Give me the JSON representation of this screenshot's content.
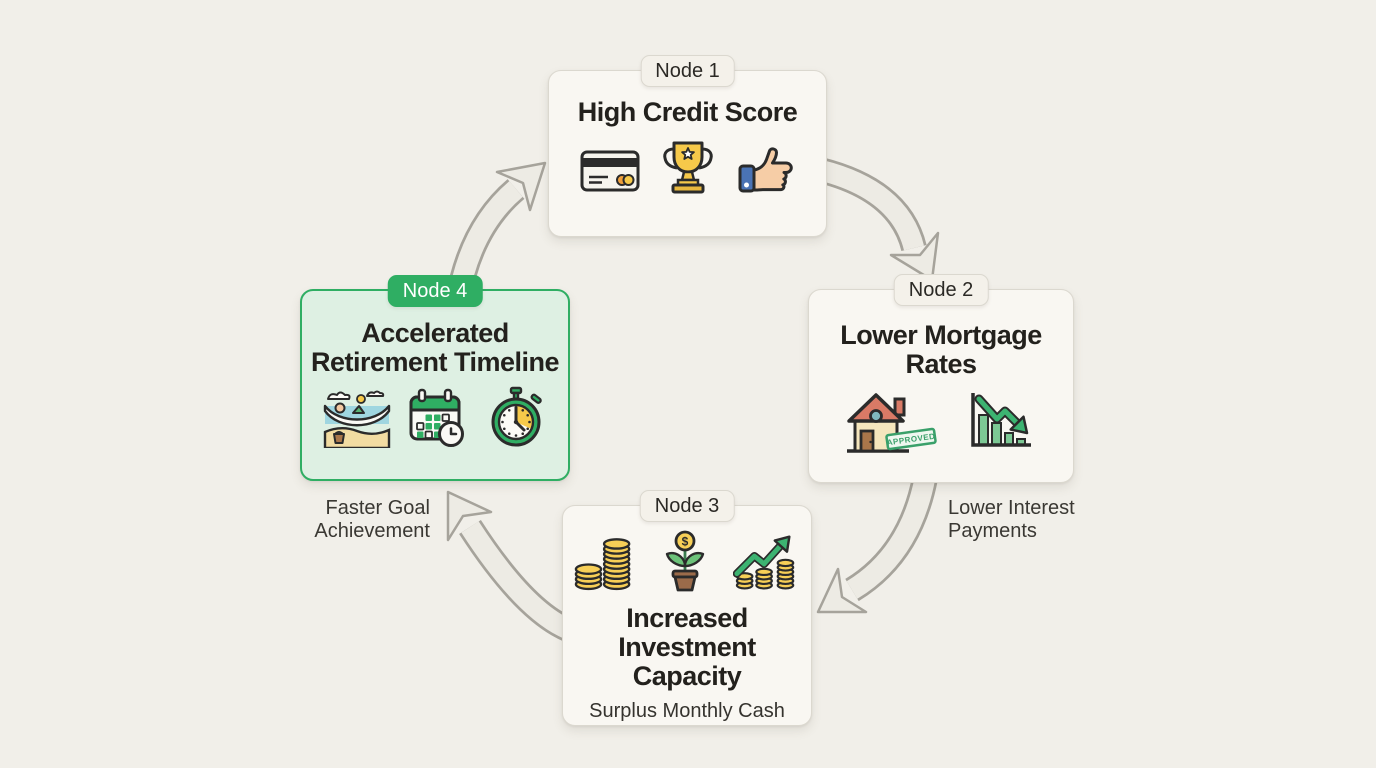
{
  "diagram": {
    "type": "cycle",
    "background_color": "#f1efe9",
    "accent_green": "#2fae63",
    "arrow_fill": "#edebe4",
    "arrow_outline": "#a6a39b",
    "nodes": [
      {
        "badge": "Node 1",
        "title": "High Credit Score",
        "icons": [
          "credit-card",
          "trophy",
          "thumbs-up"
        ],
        "highlighted": false
      },
      {
        "badge": "Node 2",
        "title": "Lower Mortgage\nRates",
        "icons": [
          "house-approved",
          "rates-down-chart"
        ],
        "highlighted": false
      },
      {
        "badge": "Node 3",
        "title": "Increased\nInvestment Capacity",
        "subtitle": "Surplus Monthly Cash",
        "icons": [
          "coin-stacks",
          "money-plant",
          "growth-arrow-coins"
        ],
        "highlighted": false
      },
      {
        "badge": "Node 4",
        "title": "Accelerated\nRetirement Timeline",
        "icons": [
          "beach-hammock",
          "calendar-clock",
          "stopwatch"
        ],
        "highlighted": true
      }
    ],
    "edge_labels": [
      {
        "edge": "node2-to-node3",
        "text": "Lower Interest\nPayments"
      },
      {
        "edge": "node3-to-node4",
        "text": "Faster Goal\nAchievement"
      }
    ],
    "house_stamp_text": "APPROVED",
    "plant_coin_symbol": "$"
  }
}
